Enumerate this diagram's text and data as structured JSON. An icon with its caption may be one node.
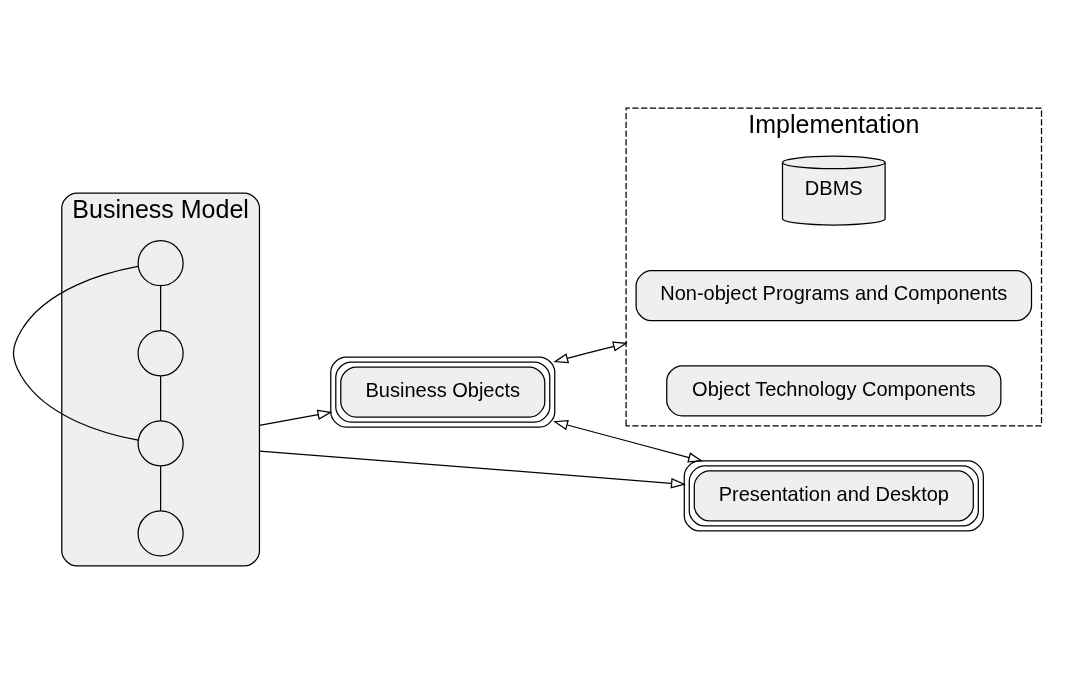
{
  "diagram": {
    "nodes": [
      {
        "text": [
          "Business Model"
        ]
      },
      {
        "text": [],
        "shape": "circle",
        "in": 0
      },
      {
        "text": [],
        "shape": "circle",
        "in": 0
      },
      {
        "text": [],
        "shape": "circle",
        "in": 0
      },
      {
        "text": [],
        "shape": "circle",
        "in": 0
      },
      {
        "text": [
          "Business Objects"
        ]
      },
      {
        "text": [
          "Implementation"
        ]
      },
      {
        "text": [
          "DBMS"
        ],
        "in": 6
      },
      {
        "text": [
          "Non-object Programs and Components"
        ],
        "in": 6
      },
      {
        "text": [
          "Object Technology Components"
        ],
        "in": 6
      },
      {
        "text": [
          "Presentation and Desktop"
        ]
      }
    ],
    "edges": [
      {
        "from": 1,
        "to": 2,
        "arrow": "none"
      },
      {
        "from": 2,
        "to": 3,
        "arrow": "none"
      },
      {
        "from": 1,
        "to": 3,
        "arrow": "none"
      },
      {
        "from": 3,
        "to": 4,
        "arrow": "none"
      },
      {
        "from": 0,
        "to": 5,
        "arrow": "to"
      },
      {
        "from": 0,
        "to": 10,
        "arrow": "to"
      },
      {
        "from": 5,
        "to": 10,
        "arrow": "both"
      },
      {
        "from": 5,
        "to": 6,
        "arrow": "both"
      }
    ]
  }
}
